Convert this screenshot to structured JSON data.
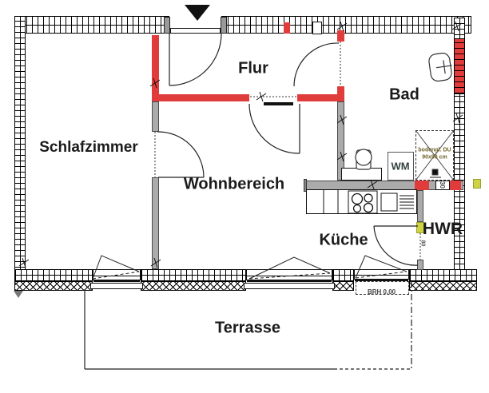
{
  "rooms": {
    "schlafzimmer": "Schlafzimmer",
    "flur": "Flur",
    "bad": "Bad",
    "wohnbereich": "Wohnbereich",
    "kueche": "Küche",
    "hwr": "HWR",
    "terrasse": "Terrasse"
  },
  "fixtures": {
    "washing_machine": "WM",
    "shower_line1": "bodengl. DU",
    "shower_line2": "90x90 cm"
  },
  "dimensions": {
    "sill_height": "BRH 0.00",
    "wall_dim": "30",
    "door_dim": "80"
  },
  "colors": {
    "wall_red": "#e13c3c",
    "wall_gray": "#ababab",
    "lintel_yellow": "#cdd344",
    "text": "#1b1b1b"
  }
}
